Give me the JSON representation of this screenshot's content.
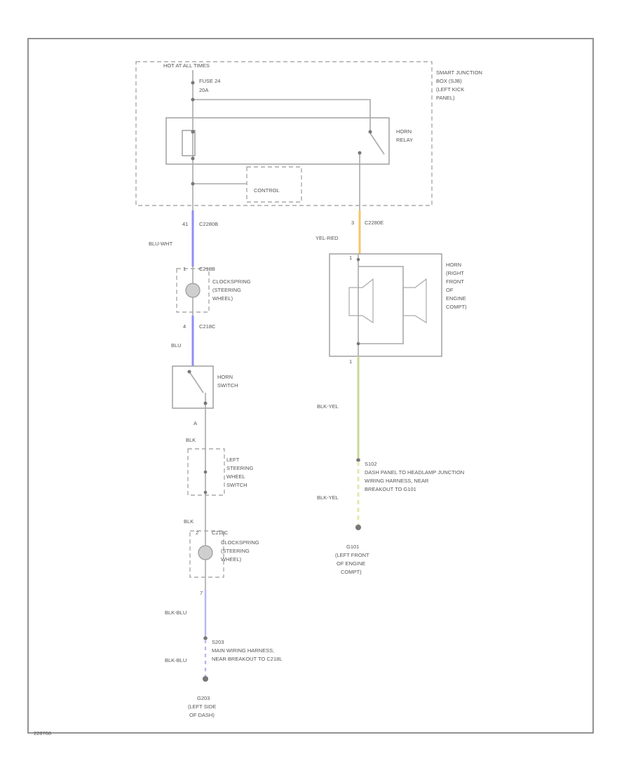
{
  "labels": {
    "hot": "HOT AT ALL TIMES",
    "fuse": [
      "FUSE 24",
      "20A"
    ],
    "sjb": [
      "SMART JUNCTION",
      "BOX (SJB)",
      "(LEFT KICK",
      "PANEL)"
    ],
    "horn_relay": [
      "HORN",
      "RELAY"
    ],
    "control": "CONTROL",
    "pin_left": "41",
    "conn_left": "C2280B",
    "pin_right": "3",
    "conn_right": "C2280E",
    "wire_blu_wht": "BLU-WHT",
    "wire_yel_red": "YEL-RED",
    "cs1_conn": "C218B",
    "cs1_pin": "1",
    "clockspring1": [
      "CLOCKSPRING",
      "(STEERING",
      "WHEEL)"
    ],
    "pin_c218c": "4",
    "conn_c218c": "C218C",
    "wire_blu": "BLU",
    "horn": [
      "HORN",
      "(RIGHT",
      "FRONT",
      "OF",
      "ENGINE",
      "COMPT)"
    ],
    "horn_pin_top": "1",
    "horn_pin_bottom": "1",
    "horn_switch": [
      "HORN",
      "SWITCH"
    ],
    "pin_a": "A",
    "wire_blk": "BLK",
    "wire_blk_yel": "BLK-YEL",
    "left_sw": [
      "LEFT",
      "STEERING",
      "WHEEL",
      "SWITCH"
    ],
    "wire_blk2": "BLK",
    "cs2_conn": "C218C",
    "cs2_pin": "2",
    "clockspring2": [
      "CLOCKSPRING",
      "(STEERING",
      "WHEEL)"
    ],
    "pin_7": "7",
    "wire_blk_blu": "BLK-BLU",
    "s102": [
      "S102",
      "DASH PANEL TO HEADLAMP JUNCTION",
      "WIRING HARNESS, NEAR",
      "BREAKOUT TO G101"
    ],
    "wire_blk_yel2": "BLK-YEL",
    "g101": [
      "G101",
      "(LEFT FRONT",
      "OF ENGINE",
      "COMPT)"
    ],
    "s203": [
      "S203",
      "MAIN WIRING HARNESS,",
      "NEAR BREAKOUT TO C218L"
    ],
    "wire_blk_blu2": "BLK-BLU",
    "g203": [
      "G203",
      "(LEFT SIDE",
      "OF DASH)"
    ],
    "figure_id": "228768"
  },
  "colors": {
    "wire_blue": "#8f8ff2",
    "wire_orange": "#f5c46a",
    "wire_yellow_green": "#c9d99a",
    "line_gray": "#aaaaaa"
  }
}
